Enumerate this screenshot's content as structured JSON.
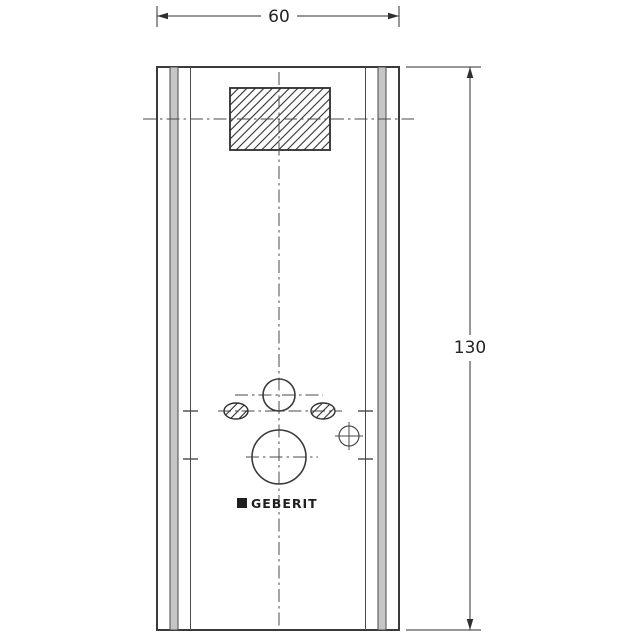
{
  "drawing": {
    "width_dimension": {
      "value": "60"
    },
    "height_dimension": {
      "value": "130"
    },
    "brand_label": "GEBERIT",
    "colors": {
      "line": "#3a3a3a",
      "centerline": "#4a4a4a",
      "dimension": "#2f2f2f",
      "text": "#242424",
      "rail_fill": "#c6c6c6",
      "hatch": "#2e2e2e",
      "background": "#ffffff"
    }
  }
}
